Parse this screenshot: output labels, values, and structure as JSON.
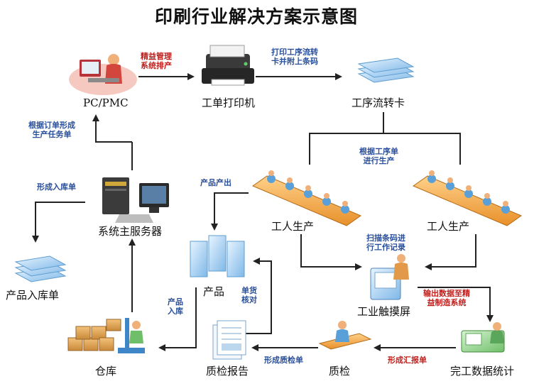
{
  "title": "印刷行业解决方案示意图",
  "nodes": {
    "pc_pmc": "PC/PMC",
    "printer": "工单打印机",
    "flow_card": "工序流转卡",
    "server": "系统主服务器",
    "workers_left": "工人生产",
    "workers_right": "工人生产",
    "product": "产品",
    "storage_doc": "产品入库单",
    "touch_screen": "工业触摸屏",
    "warehouse": "仓库",
    "qc_report": "质检报告",
    "qc": "质检",
    "stats": "完工数据统计"
  },
  "edges": {
    "lean_schedule": [
      "精益管理",
      "系统排产"
    ],
    "print_flow": [
      "打印工序流转",
      "卡并附上条码"
    ],
    "order_task": [
      "根据订单形成",
      "生产任务单"
    ],
    "by_process": [
      "根据工序单",
      "进行生产"
    ],
    "product_out": "产品产出",
    "storage_form": "形成入库单",
    "scan_record": [
      "扫描条码进",
      "行工作记录"
    ],
    "output_data": [
      "输出数据至精",
      "益制造系统"
    ],
    "product_in": [
      "产品",
      "入库"
    ],
    "goods_check": [
      "单货",
      "核对"
    ],
    "qc_form": "形成质检单",
    "summary_form": "形成汇报单"
  }
}
